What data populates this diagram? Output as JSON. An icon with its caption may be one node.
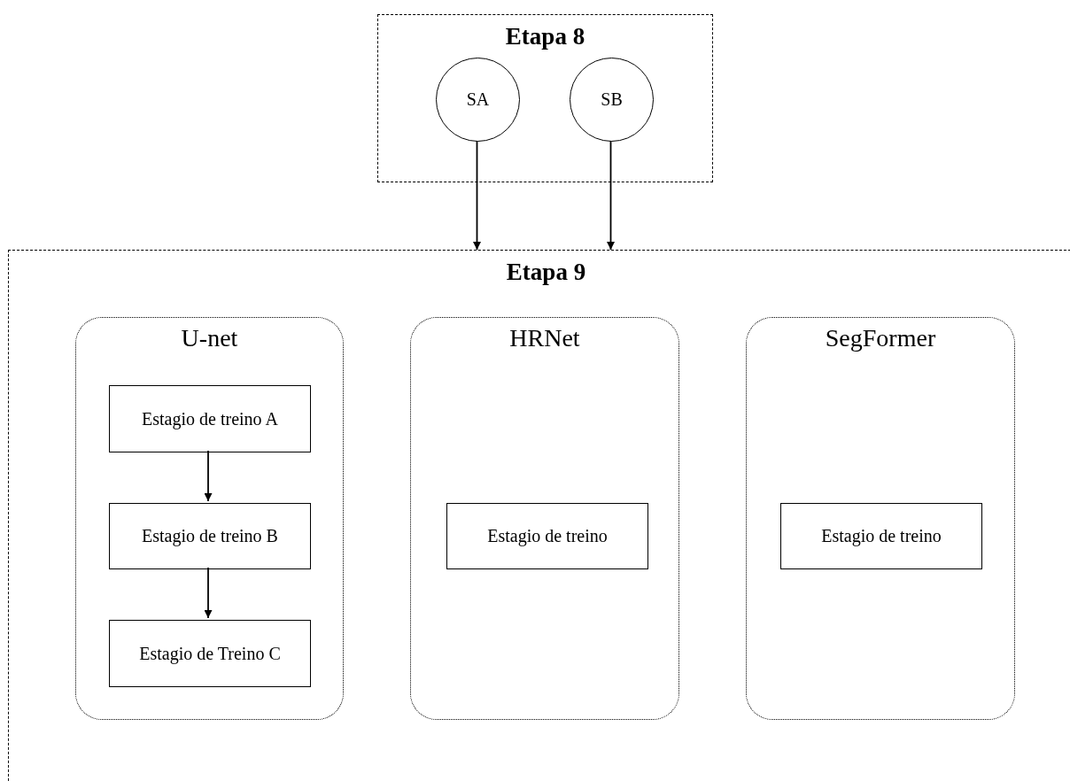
{
  "diagram": {
    "nodes": [
      {
        "text": [
          "Etapa 8"
        ]
      },
      {
        "text": [
          "SA"
        ],
        "in": 0
      },
      {
        "text": [
          "SB"
        ],
        "in": 0
      },
      {
        "text": [
          "Etapa 9"
        ]
      },
      {
        "text": [
          "U-net"
        ],
        "in": 3
      },
      {
        "text": [
          "Estagio de treino A"
        ],
        "in": 4
      },
      {
        "text": [
          "Estagio de treino B"
        ],
        "in": 4
      },
      {
        "text": [
          "Estagio de Treino C"
        ],
        "in": 4
      },
      {
        "text": [
          "HRNet"
        ],
        "in": 3
      },
      {
        "text": [
          "Estagio de treino"
        ],
        "in": 8
      },
      {
        "text": [
          "SegFormer"
        ],
        "in": 3
      },
      {
        "text": [
          "Estagio de treino"
        ],
        "in": 10
      }
    ],
    "edges": [
      {
        "from": 1,
        "to": 3,
        "arrow": "to"
      },
      {
        "from": 2,
        "to": 3,
        "arrow": "to"
      },
      {
        "from": 5,
        "to": 6,
        "arrow": "to"
      },
      {
        "from": 6,
        "to": 7,
        "arrow": "to"
      }
    ]
  }
}
